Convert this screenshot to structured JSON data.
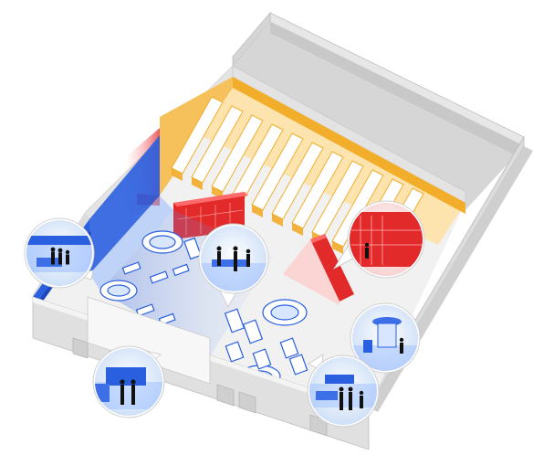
{
  "scene": {
    "colors": {
      "background": "#ffffff",
      "building_wall": "#d9d9d9",
      "building_top": "#efefef",
      "warehouse_yellow": "#f2ad2a",
      "warehouse_yellow_light": "#ffd98a",
      "front_blue": "#2a5fe0",
      "front_blue_light": "#9ec0ff",
      "back_red": "#e22a2a",
      "back_red_light": "#ffb3b3"
    },
    "callouts": [
      {
        "id": "entrance-display",
        "label": "",
        "color": "blue",
        "icon": "people-at-counter"
      },
      {
        "id": "product-demo",
        "label": "",
        "color": "blue",
        "icon": "people-at-table"
      },
      {
        "id": "stockroom",
        "label": "",
        "color": "red",
        "icon": "shelving-with-person"
      },
      {
        "id": "info-screen",
        "label": "",
        "color": "blue",
        "icon": "kiosk-screen"
      },
      {
        "id": "welcome-wall",
        "label": "",
        "color": "blue",
        "icon": "people-at-wall"
      },
      {
        "id": "service-counter",
        "label": "",
        "color": "blue",
        "icon": "people-at-service-desk"
      }
    ]
  }
}
